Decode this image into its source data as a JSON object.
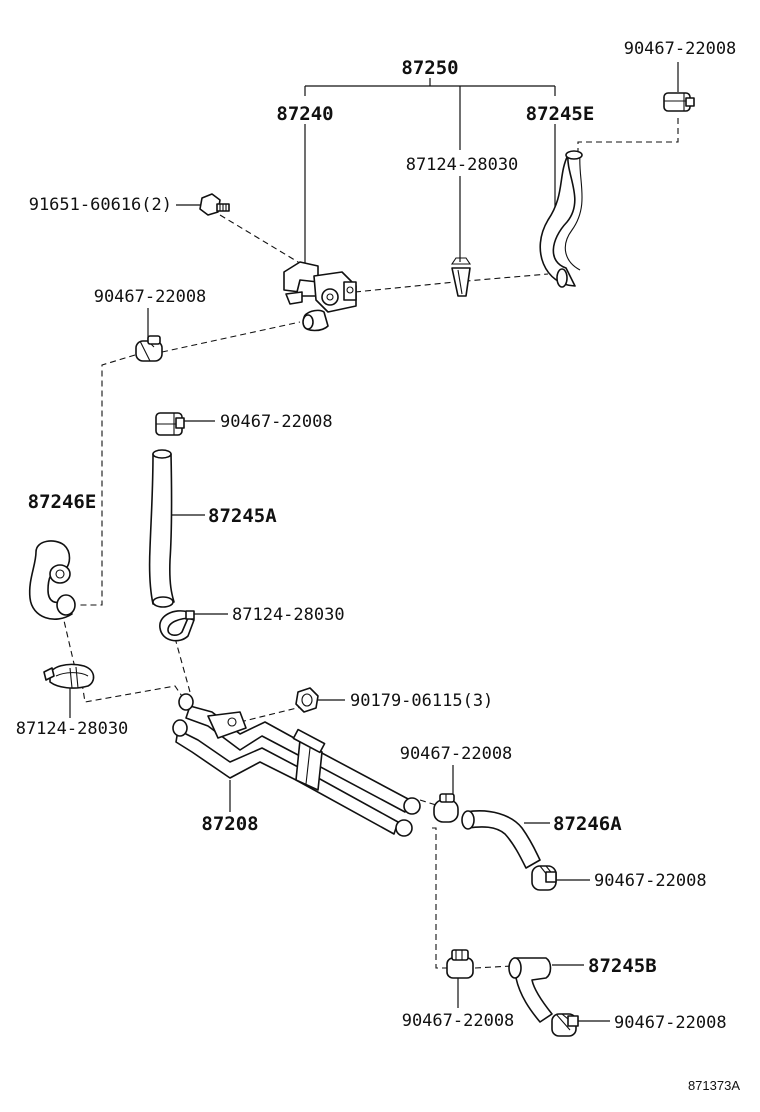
{
  "labels": {
    "p87250": "87250",
    "p87240": "87240",
    "p87245E": "87245E",
    "p87124_top": "87124-28030",
    "p91651": "91651-60616(2)",
    "p90467_top_right": "90467-22008",
    "p90467_left_upper": "90467-22008",
    "p90467_mid": "90467-22008",
    "p87246E": "87246E",
    "p87245A": "87245A",
    "p87124_mid": "87124-28030",
    "p87124_left": "87124-28030",
    "p90179": "90179-06115(3)",
    "p90467_right_mid": "90467-22008",
    "p87208": "87208",
    "p87246A": "87246A",
    "p90467_right_lower": "90467-22008",
    "p87245B": "87245B",
    "p90467_bottom_mid": "90467-22008",
    "p90467_bottom_right": "90467-22008",
    "ref_code": "871373A"
  }
}
